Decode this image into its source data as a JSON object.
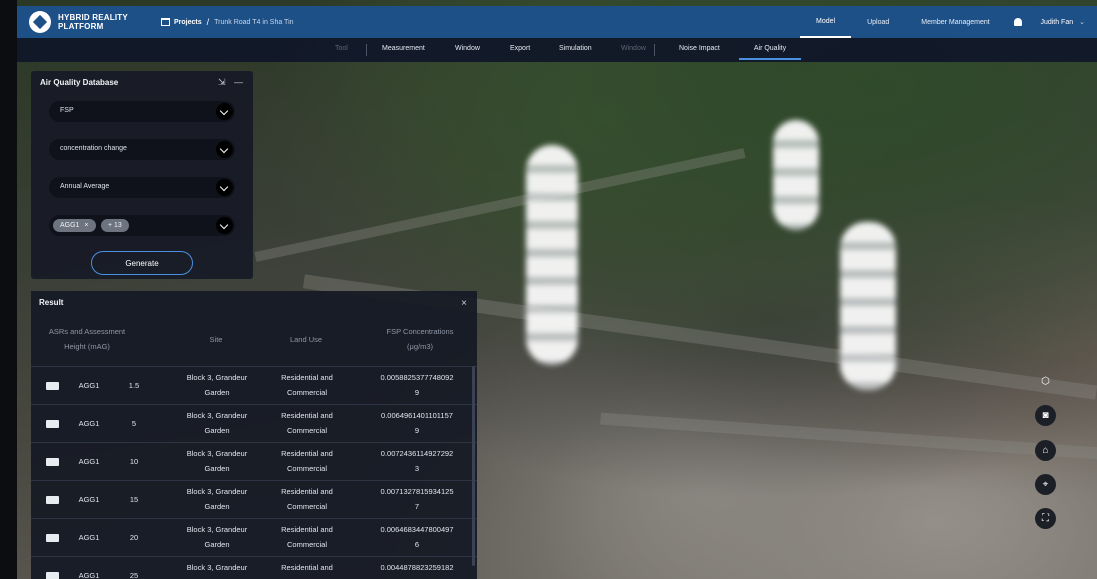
{
  "app": {
    "logo_line1": "HYBRID REALITY",
    "logo_line2": "PLATFORM"
  },
  "breadcrumb": {
    "projects": "Projects",
    "separator": "/",
    "current": "Trunk Road T4 in Sha Tin"
  },
  "topnav": {
    "items": [
      "Model",
      "Upload",
      "Member Management"
    ],
    "active": "Model"
  },
  "user": {
    "name": "Judith Fan",
    "caret": "⌄"
  },
  "subbar": {
    "items": [
      "Tool",
      "Measurement",
      "Window",
      "Export",
      "Simulation",
      "Window",
      "Noise Impact",
      "Air Quality"
    ],
    "active": "Air Quality"
  },
  "aq_panel": {
    "title": "Air Quality Database",
    "pollutant": "FSP",
    "mode": "concentration change",
    "period": "Annual Average",
    "tag_primary": "AGG1",
    "tag_close": "×",
    "tag_more": "+ 13",
    "generate_label": "Generate",
    "pin_icon": "⇲",
    "minimize_icon": "—"
  },
  "result": {
    "title": "Result",
    "close_icon": "×",
    "columns": {
      "asr_line1": "ASRs and Assessment",
      "asr_line2": "Height (mAG)",
      "site": "Site",
      "land_use": "Land Use",
      "fsp_line1": "FSP Concentrations",
      "fsp_line2": "(μg/m3)"
    },
    "rows": [
      {
        "asr": "AGG1",
        "height": "1.5",
        "site1": "Block 3, Grandeur",
        "site2": "Garden",
        "use1": "Residential and",
        "use2": "Commercial",
        "fsp1": "0.0058825377748092",
        "fsp2": "9"
      },
      {
        "asr": "AGG1",
        "height": "5",
        "site1": "Block 3, Grandeur",
        "site2": "Garden",
        "use1": "Residential and",
        "use2": "Commercial",
        "fsp1": "0.0064961401101157",
        "fsp2": "9"
      },
      {
        "asr": "AGG1",
        "height": "10",
        "site1": "Block 3, Grandeur",
        "site2": "Garden",
        "use1": "Residential and",
        "use2": "Commercial",
        "fsp1": "0.0072436114927292",
        "fsp2": "3"
      },
      {
        "asr": "AGG1",
        "height": "15",
        "site1": "Block 3, Grandeur",
        "site2": "Garden",
        "use1": "Residential and",
        "use2": "Commercial",
        "fsp1": "0.0071327815934125",
        "fsp2": "7"
      },
      {
        "asr": "AGG1",
        "height": "20",
        "site1": "Block 3, Grandeur",
        "site2": "Garden",
        "use1": "Residential and",
        "use2": "Commercial",
        "fsp1": "0.0064683447800497",
        "fsp2": "6"
      },
      {
        "asr": "AGG1",
        "height": "25",
        "site1": "Block 3, Grandeur",
        "site2": "",
        "use1": "Residential and",
        "use2": "",
        "fsp1": "0.0044878823259182",
        "fsp2": ""
      }
    ]
  },
  "tools": {
    "cube_icon": "⬡",
    "camera_icon": "◙",
    "home_icon": "⌂",
    "pin_icon": "⌖",
    "fullscreen_icon": "⛶"
  }
}
